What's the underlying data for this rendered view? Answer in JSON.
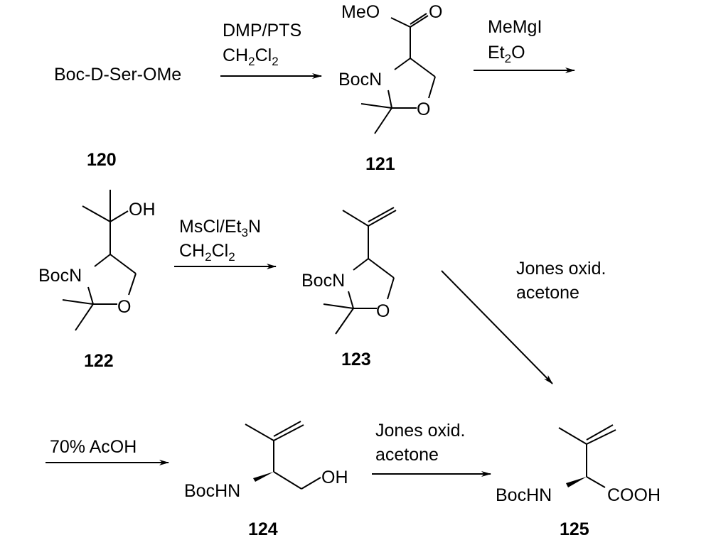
{
  "scheme": {
    "compounds": [
      {
        "id": "120",
        "label": "120",
        "name": "Boc-D-Ser-OMe"
      },
      {
        "id": "121",
        "label": "121",
        "groups": [
          "MeO",
          "O",
          "BocN",
          "O"
        ]
      },
      {
        "id": "122",
        "label": "122",
        "groups": [
          "OH",
          "BocN",
          "O"
        ]
      },
      {
        "id": "123",
        "label": "123",
        "groups": [
          "BocN",
          "O"
        ]
      },
      {
        "id": "124",
        "label": "124",
        "groups": [
          "BocHN",
          "OH"
        ]
      },
      {
        "id": "125",
        "label": "125",
        "groups": [
          "BocHN",
          "COOH"
        ]
      }
    ],
    "steps": [
      {
        "from": "120",
        "to": "121",
        "reagent1": "DMP/PTS",
        "reagent2_main": "CH",
        "reagent2_sub1": "2",
        "reagent2_mid": "Cl",
        "reagent2_sub2": "2"
      },
      {
        "from": "121",
        "to": "122",
        "reagent1": "MeMgI",
        "reagent2_main": "Et",
        "reagent2_sub1": "2",
        "reagent2_end": "O"
      },
      {
        "from": "122",
        "to": "123",
        "reagent1_main": "MsCl/Et",
        "reagent1_sub": "3",
        "reagent1_end": "N",
        "reagent2_main": "CH",
        "reagent2_sub1": "2",
        "reagent2_mid": "Cl",
        "reagent2_sub2": "2"
      },
      {
        "from": "123",
        "to": "125",
        "reagent1": "Jones oxid.",
        "reagent2": "acetone"
      },
      {
        "from": "123",
        "to": "124",
        "reagent1": "70% AcOH"
      },
      {
        "from": "124",
        "to": "125",
        "reagent1": "Jones oxid.",
        "reagent2": "acetone"
      }
    ]
  }
}
